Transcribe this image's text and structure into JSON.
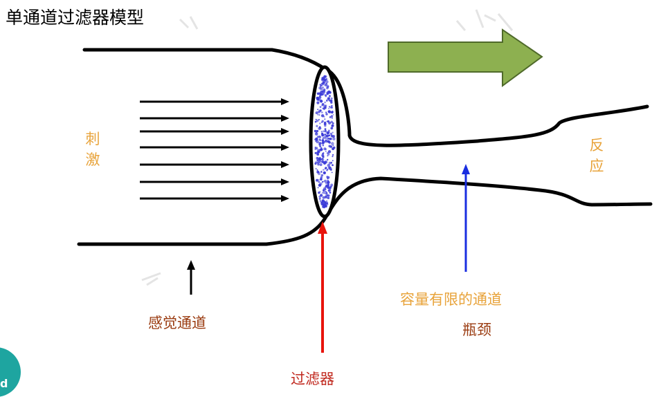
{
  "title": "单通道过滤器模型",
  "labels": {
    "stimulus": "刺激",
    "response": "反应",
    "sensory_channel": "感觉通道",
    "limited_channel": "容量有限的通道",
    "bottleneck": "瓶颈",
    "filter": "过滤器"
  },
  "colors": {
    "flow_arrow": "#8db050",
    "filter_dots": "#3b3bd8",
    "orange_text": "#e8a33a",
    "red": "#e8140c",
    "blue": "#1a2ee0",
    "badge": "#1ea5a0"
  },
  "icons": {
    "flow": "right-arrow-icon",
    "badge": "logo-badge-icon"
  }
}
